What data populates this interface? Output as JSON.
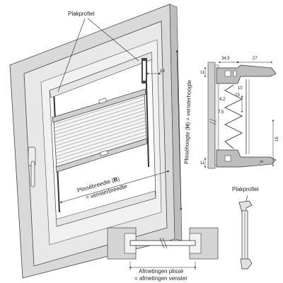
{
  "labels": {
    "plakprofiel_top": "Plakprofiel",
    "plakprofiel_right": "Plakprofiel",
    "height_text_a": "Plisséhoogte (",
    "height_text_b": "H",
    "height_text_c": ") = vensterhoogte",
    "width_text_a": "Plissébreedte (",
    "width_text_b": "B",
    "width_text_c": ")",
    "width_text_2": "= vensterbreedte",
    "afm_line1": "Afmetingen plissé",
    "afm_line2": "= afmetingen venster"
  },
  "dimensions": {
    "d_34_5": "34,5",
    "d_27": "27",
    "d_11_top": "11",
    "d_11_bot": "11",
    "d_4_2": "4,2",
    "d_23": "23",
    "d_10": "10",
    "d_7_5": "7,5",
    "d_16": "16",
    "d_5": "5",
    "d_18": "18"
  }
}
